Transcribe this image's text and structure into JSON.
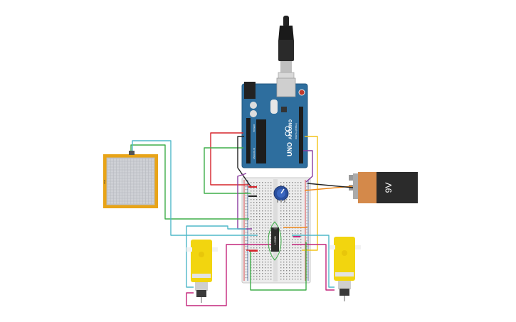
{
  "circuit": {
    "battery": {
      "label": "9V"
    },
    "driver_ic": {
      "label": "L293D"
    },
    "arduino": {
      "brand": "ARDUINO",
      "model": "UNO",
      "digital_header": "DIGITAL (PWM~)",
      "power_header": "POWER",
      "analog_header": "ANALOG IN"
    },
    "sensor": {
      "label": "FSR"
    },
    "colors": {
      "arduino_board": "#2e6e9e",
      "motor": "#f2d50f",
      "sensor_frame": "#e8a418",
      "battery_body": "#2b2b2b",
      "battery_cap": "#d4894a",
      "breadboard": "#ececec",
      "wire_red": "#d6232a",
      "wire_green": "#3fae49",
      "wire_black": "#222222",
      "wire_yellow": "#f2c318",
      "wire_orange": "#f08a1c",
      "wire_purple": "#8a3c9e",
      "wire_cyan": "#4fb8c9",
      "wire_magenta": "#c4267c"
    }
  }
}
